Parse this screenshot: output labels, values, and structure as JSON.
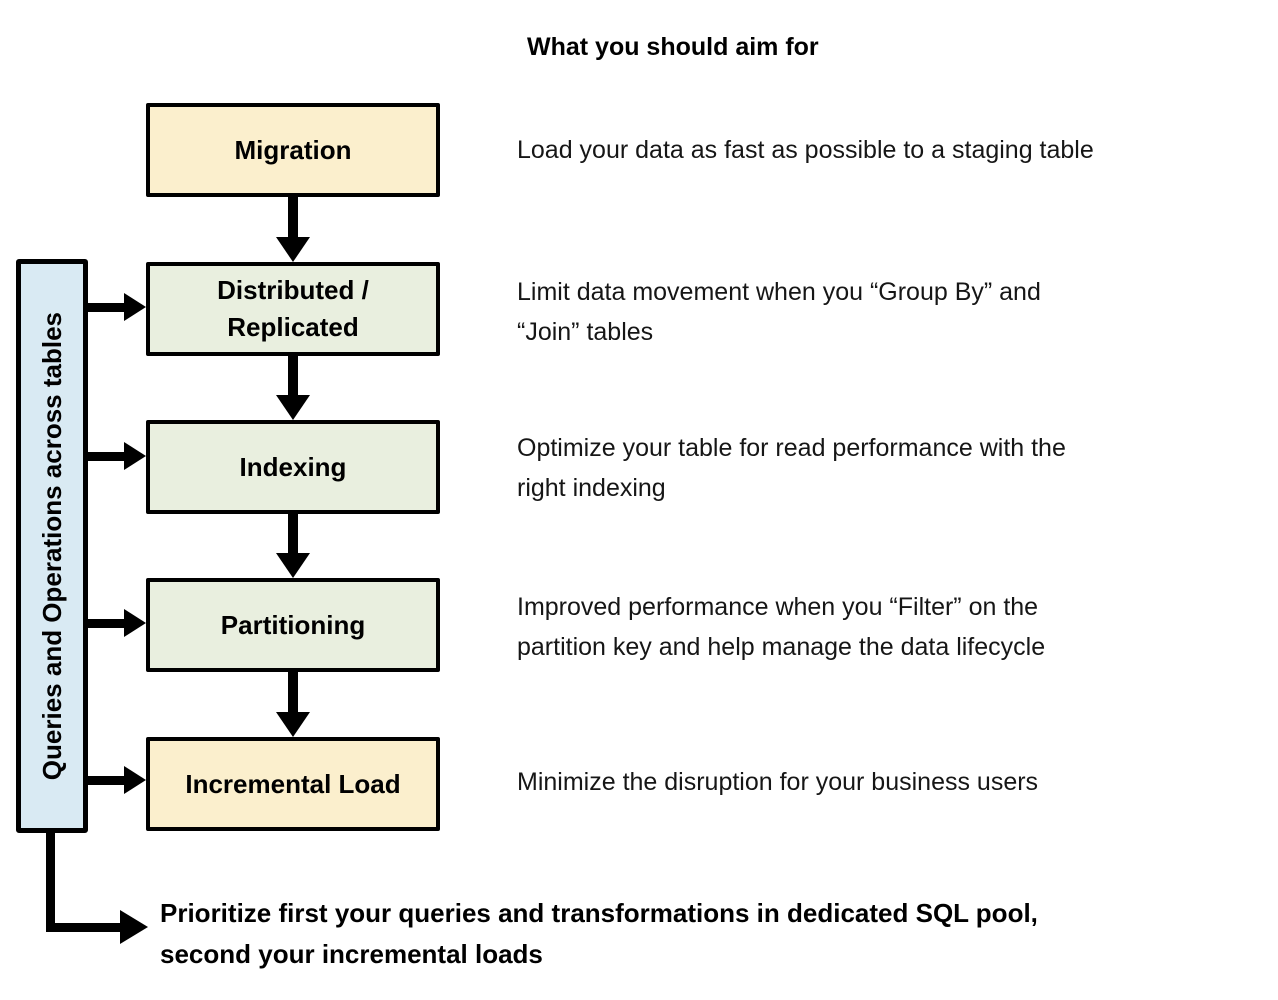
{
  "header": {
    "title": "What you should aim for"
  },
  "sidebar": {
    "label": "Queries and Operations across tables"
  },
  "steps": [
    {
      "label": "Migration"
    },
    {
      "label": "Distributed / Replicated"
    },
    {
      "label": "Indexing"
    },
    {
      "label": "Partitioning"
    },
    {
      "label": "Incremental Load"
    }
  ],
  "aims": [
    {
      "lines": [
        "Load your data as fast as possible to a staging table"
      ]
    },
    {
      "lines": [
        "Limit data movement when you “Group By” and",
        "“Join” tables"
      ]
    },
    {
      "lines": [
        "Optimize your table for read performance with the",
        "right indexing"
      ]
    },
    {
      "lines": [
        "Improved performance when you “Filter” on the",
        "partition key and help manage the data lifecycle"
      ]
    },
    {
      "lines": [
        "Minimize the disruption for your business users"
      ]
    }
  ],
  "footer": {
    "lines": [
      "Prioritize first your queries and transformations in dedicated SQL pool,",
      "second your incremental loads"
    ]
  },
  "colors": {
    "milestone_fill": "#FBEFCD",
    "design_fill": "#E9EFDF",
    "sidebar_fill": "#D9EAF3",
    "line_color": "#000000"
  }
}
